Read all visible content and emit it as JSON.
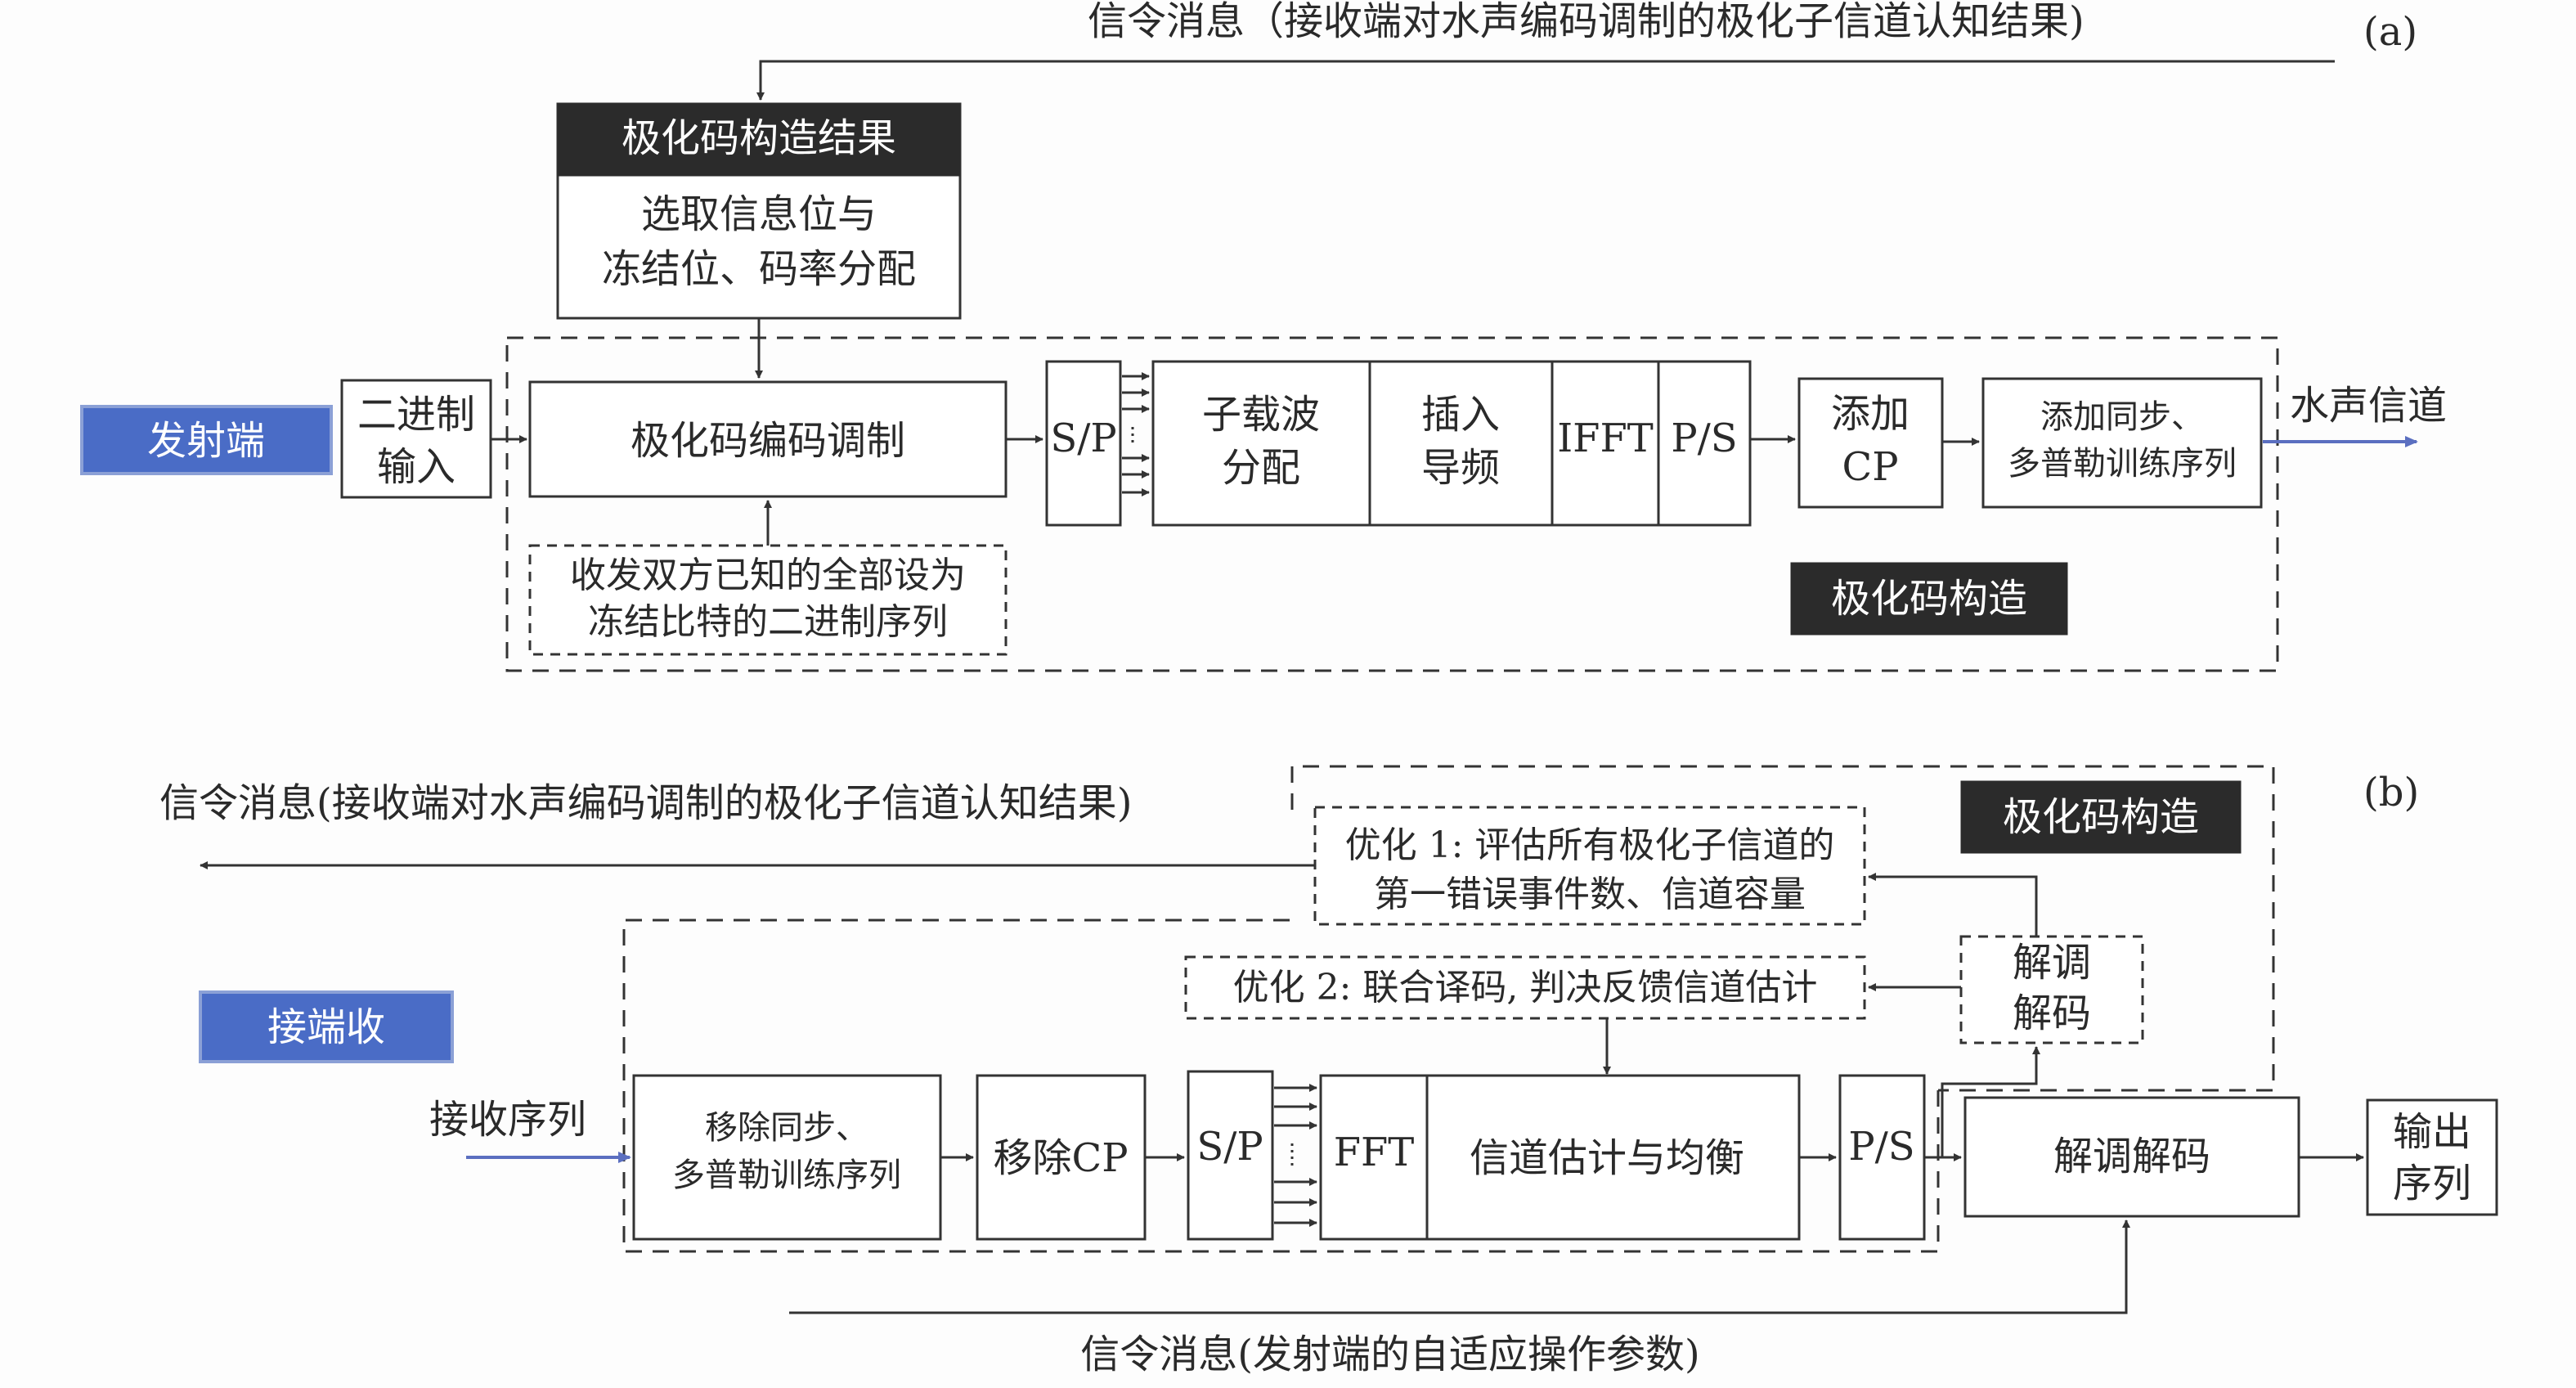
{
  "panel_a": {
    "label": "(a)",
    "signal_top": "信令消息（接收端对水声编码调制的极化子信道认知结果)",
    "polar_result_header": "极化码构造结果",
    "polar_result_body": [
      "选取信息位与",
      "冻结位、码率分配"
    ],
    "transmitter": "发射端",
    "binary_input": [
      "二进制",
      "输入"
    ],
    "encode_mod": "极化码编码调制",
    "frozen_note": [
      "收发双方已知的全部设为",
      "冻结比特的二进制序列"
    ],
    "sp": "S/P",
    "subcarrier": [
      "子载波",
      "分配"
    ],
    "pilot": [
      "插入",
      "导频"
    ],
    "ifft": "IFFT",
    "ps": "P/S",
    "add_cp": [
      "添加",
      "CP"
    ],
    "add_sync": [
      "添加同步、",
      "多普勒训练序列"
    ],
    "channel": "水声信道",
    "construct_tag": "极化码构造"
  },
  "panel_b": {
    "label": "(b)",
    "signal_left": "信令消息(接收端对水声编码调制的极化子信道认知结果)",
    "construct_tag": "极化码构造",
    "opt1": [
      "优化 1: 评估所有极化子信道的",
      "第一错误事件数、信道容量"
    ],
    "opt2": "优化 2: 联合译码, 判决反馈信道估计",
    "demod_small": [
      "解调",
      "解码"
    ],
    "receiver": "接端收",
    "rx_seq": "接收序列",
    "remove_sync": [
      "移除同步、",
      "多普勒训练序列"
    ],
    "remove_cp": "移除CP",
    "sp": "S/P",
    "fft": "FFT",
    "chan_est": "信道估计与均衡",
    "ps": "P/S",
    "demod": "解调解码",
    "output": [
      "输出",
      "序列"
    ],
    "signal_bottom": "信令消息(发射端的自适应操作参数)"
  },
  "colors": {
    "blue_box": "#4a6cc6",
    "dark_tag": "#2b2b2b"
  }
}
